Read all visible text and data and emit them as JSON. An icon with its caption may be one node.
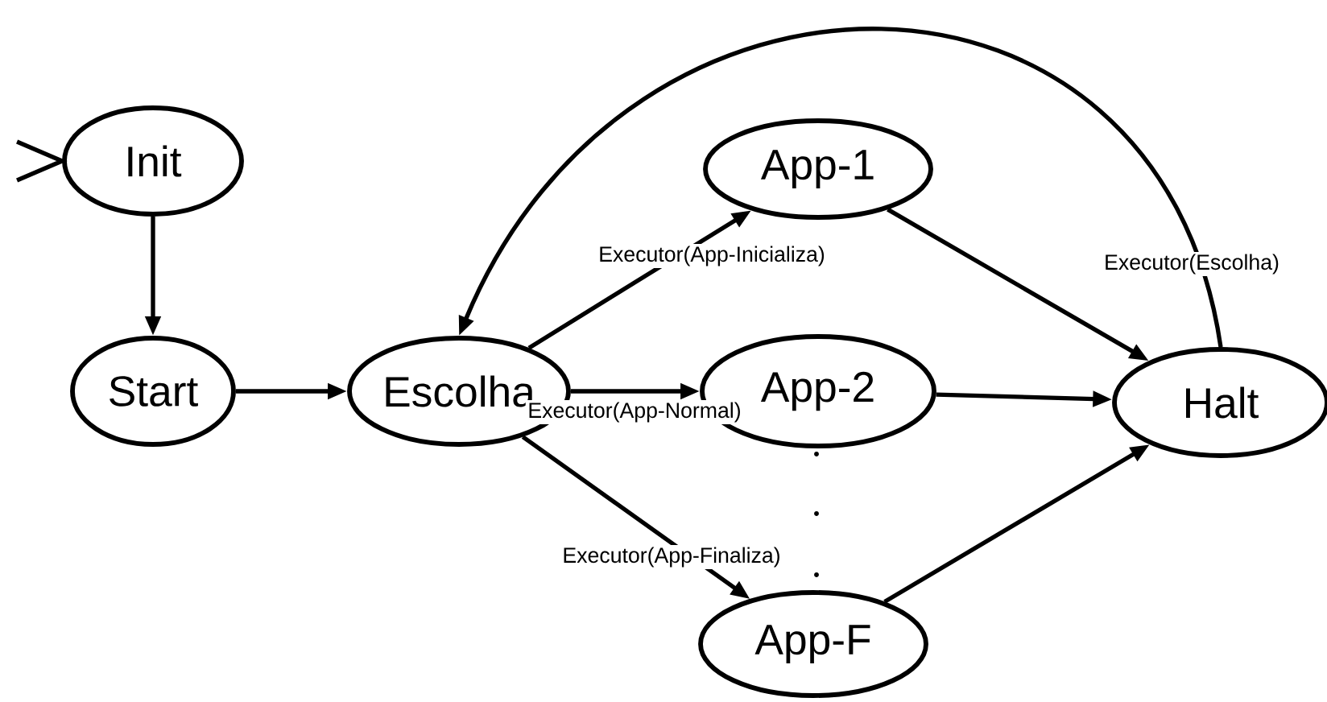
{
  "diagram": {
    "nodes": [
      {
        "text": [
          "Init"
        ]
      },
      {
        "text": [
          "Start"
        ]
      },
      {
        "text": [
          "Escolha"
        ]
      },
      {
        "text": [
          "App-1"
        ]
      },
      {
        "text": [
          "App-2"
        ]
      },
      {
        "text": [
          "App-F"
        ]
      },
      {
        "text": [
          "Halt"
        ]
      }
    ],
    "edges": [
      {
        "from": null,
        "to": 0,
        "arrow": "to"
      },
      {
        "from": 0,
        "to": 1,
        "arrow": "to"
      },
      {
        "from": 1,
        "to": 2,
        "arrow": "to"
      },
      {
        "from": 2,
        "to": 3,
        "arrow": "to",
        "label": "Executor(App-Inicializa)"
      },
      {
        "from": 2,
        "to": 4,
        "arrow": "to",
        "label": "Executor(App-Normal)"
      },
      {
        "from": 2,
        "to": 5,
        "arrow": "to",
        "label": "Executor(App-Finaliza)"
      },
      {
        "from": 3,
        "to": 6,
        "arrow": "to"
      },
      {
        "from": 4,
        "to": 6,
        "arrow": "to"
      },
      {
        "from": 5,
        "to": 6,
        "arrow": "to"
      },
      {
        "from": 6,
        "to": 2,
        "arrow": "to",
        "label": "Executor(Escolha)"
      }
    ]
  }
}
